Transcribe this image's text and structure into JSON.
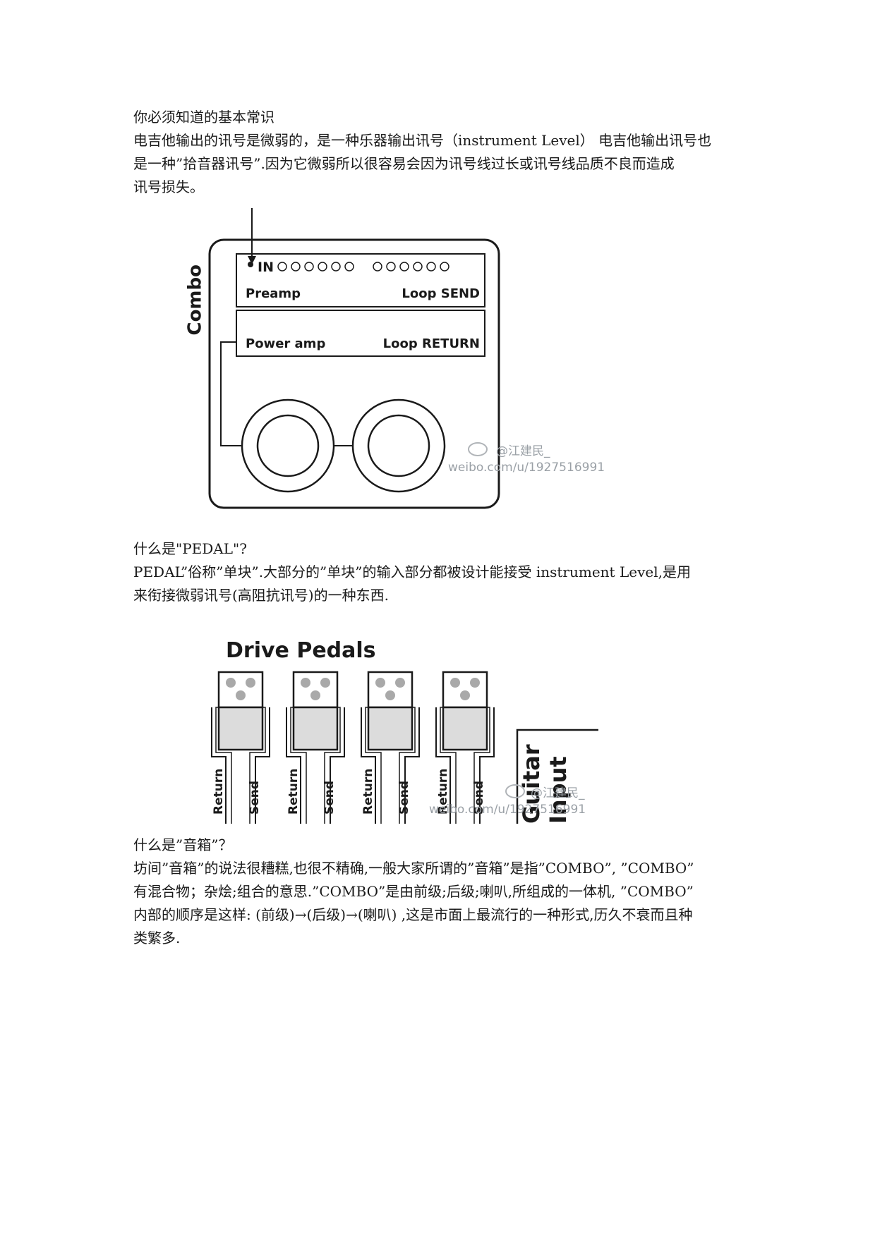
{
  "section1": {
    "heading": "你必须知道的基本常识",
    "lines": [
      "电吉他输出的讯号是微弱的，是一种乐器输出讯号（instrument Level） 电吉他输出讯号也",
      "是一种”拾音器讯号”.因为它微弱所以很容易会因为讯号线过长或讯号线品质不良而造成",
      "讯号损失。"
    ]
  },
  "figure1": {
    "side_label": "Combo",
    "in_label": "IN",
    "preamp_label": "Preamp",
    "loop_send_label": "Loop SEND",
    "power_amp_label": "Power amp",
    "loop_return_label": "Loop RETURN",
    "watermark_handle": "@江建民_",
    "watermark_url": "weibo.com/u/1927516991"
  },
  "section2": {
    "heading": "什么是\"PEDAL\"?",
    "lines": [
      "PEDAL”俗称”单块”.大部分的”单块”的输入部分都被设计能接受 instrument Level,是用",
      "来衔接微弱讯号(高阻抗讯号)的一种东西."
    ]
  },
  "figure2": {
    "title": "Drive Pedals",
    "return_label": "Return",
    "send_label": "Send",
    "guitar_label": "Guitar",
    "input_label": "Input",
    "watermark_handle": "@江建民_",
    "watermark_url": "weibo.com/u/1927516991"
  },
  "section3": {
    "heading": "什么是”音箱”？",
    "lines": [
      "坊间”音箱”的说法很糟糕,也很不精确,一般大家所谓的”音箱”是指”COMBO”, ”COMBO”",
      "有混合物；杂烩;组合的意思.”COMBO”是由前级;后级;喇叭,所组成的一体机, ”COMBO”",
      "内部的顺序是这样: (前级)→(后级)→(喇叭) ,这是市面上最流行的一种形式,历久不衰而且种",
      "类繁多."
    ]
  }
}
